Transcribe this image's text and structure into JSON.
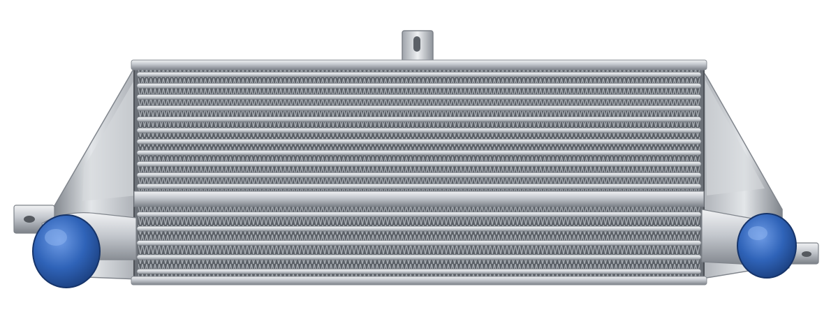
{
  "image": {
    "subject": "intercooler",
    "background": "#ffffff"
  },
  "colors": {
    "aluminum_light": "#e8eaed",
    "aluminum_mid": "#b9bdc3",
    "aluminum_dark": "#6f747b",
    "tube_dark": "#4a4e55",
    "fin_texture": "#8d9299",
    "cap_blue": "#2f63b8",
    "cap_blue_light": "#5b8fe0",
    "cap_blue_dark": "#1b3f7e"
  },
  "core": {
    "upper_tube_count": 11,
    "lower_tube_count": 5
  },
  "parts": {
    "inlet_cap": "blue-end-cap",
    "outlet_cap": "blue-end-cap",
    "top_mount": "mounting-bracket",
    "side_mounts": 2
  }
}
